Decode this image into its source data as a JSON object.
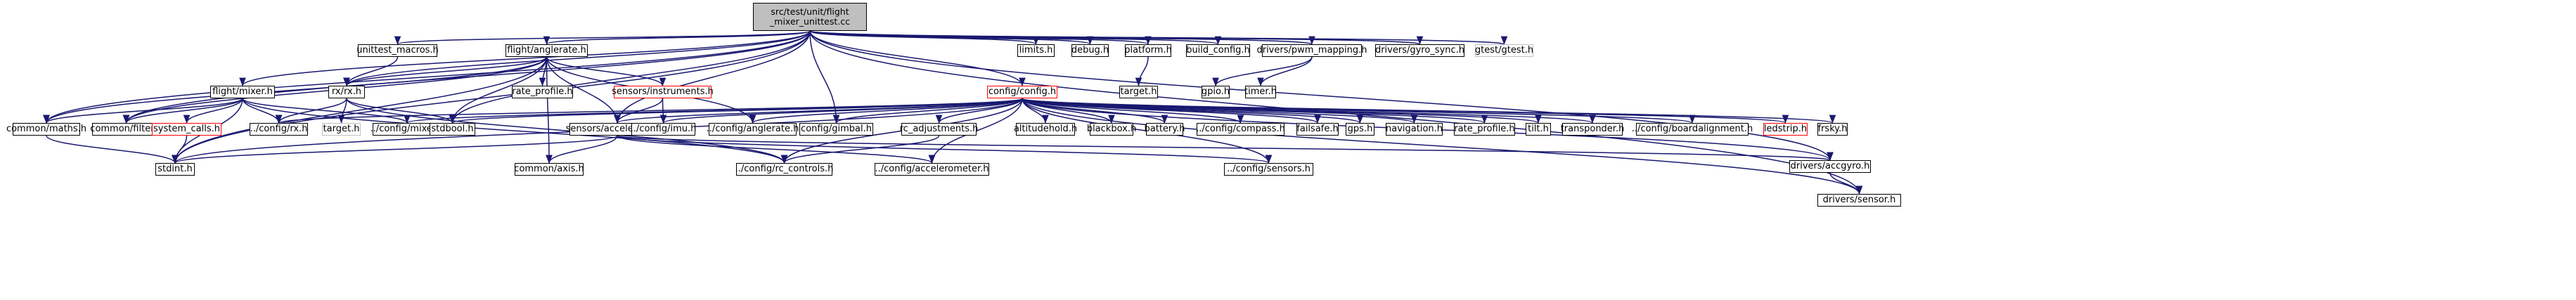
{
  "colors": {
    "edge": "#191970",
    "node_border": "#000000",
    "root_fill": "#bfbfbf",
    "incomplete_border": "#ff0000",
    "external_border": "#bfbfbf"
  },
  "nodes": [
    {
      "id": "root",
      "label": "src/test/unit/flight\n_mixer_unittest.cc",
      "kind": "root"
    },
    {
      "id": "unittest_macros",
      "label": "unittest_macros.h",
      "kind": "normal"
    },
    {
      "id": "anglerate",
      "label": "flight/anglerate.h",
      "kind": "normal"
    },
    {
      "id": "limits",
      "label": "limits.h",
      "kind": "normal"
    },
    {
      "id": "debug",
      "label": "debug.h",
      "kind": "normal"
    },
    {
      "id": "platform",
      "label": "platform.h",
      "kind": "normal"
    },
    {
      "id": "build_config",
      "label": "build_config.h",
      "kind": "normal"
    },
    {
      "id": "pwm_mapping",
      "label": "drivers/pwm_mapping.h",
      "kind": "normal"
    },
    {
      "id": "gyro_sync",
      "label": "drivers/gyro_sync.h",
      "kind": "normal"
    },
    {
      "id": "gtest",
      "label": "gtest/gtest.h",
      "kind": "external"
    },
    {
      "id": "mixer",
      "label": "flight/mixer.h",
      "kind": "normal"
    },
    {
      "id": "rx",
      "label": "rx/rx.h",
      "kind": "normal"
    },
    {
      "id": "rate_profile_a",
      "label": "rate_profile.h",
      "kind": "normal"
    },
    {
      "id": "instruments",
      "label": "sensors/instruments.h",
      "kind": "incomplete"
    },
    {
      "id": "config",
      "label": "config/config.h",
      "kind": "incomplete"
    },
    {
      "id": "target",
      "label": "target.h",
      "kind": "normal"
    },
    {
      "id": "gpio",
      "label": "gpio.h",
      "kind": "normal"
    },
    {
      "id": "timer",
      "label": "timer.h",
      "kind": "normal"
    },
    {
      "id": "maths",
      "label": "common/maths.h",
      "kind": "normal"
    },
    {
      "id": "filter",
      "label": "common/filter.h",
      "kind": "normal"
    },
    {
      "id": "system_calls",
      "label": "system_calls.h",
      "kind": "incomplete"
    },
    {
      "id": "cfg_rx",
      "label": "../config/rx.h",
      "kind": "normal"
    },
    {
      "id": "target_ext",
      "label": "target.h",
      "kind": "external"
    },
    {
      "id": "cfg_mixer",
      "label": "../config/mixer.h",
      "kind": "normal"
    },
    {
      "id": "stdbool",
      "label": "stdbool.h",
      "kind": "normal"
    },
    {
      "id": "acceleration",
      "label": "sensors/acceleration.h",
      "kind": "normal"
    },
    {
      "id": "cfg_imu",
      "label": "../config/imu.h",
      "kind": "normal"
    },
    {
      "id": "cfg_anglerate",
      "label": "../config/anglerate.h",
      "kind": "normal"
    },
    {
      "id": "cfg_gimbal",
      "label": "config/gimbal.h",
      "kind": "normal"
    },
    {
      "id": "rc_adjustments",
      "label": "rc_adjustments.h",
      "kind": "normal"
    },
    {
      "id": "altitudehold",
      "label": "altitudehold.h",
      "kind": "normal"
    },
    {
      "id": "blackbox",
      "label": "blackbox.h",
      "kind": "normal"
    },
    {
      "id": "battery",
      "label": "battery.h",
      "kind": "normal"
    },
    {
      "id": "cfg_compass",
      "label": "../config/compass.h",
      "kind": "normal"
    },
    {
      "id": "failsafe",
      "label": "failsafe.h",
      "kind": "normal"
    },
    {
      "id": "gps",
      "label": "gps.h",
      "kind": "normal"
    },
    {
      "id": "navigation",
      "label": "navigation.h",
      "kind": "normal"
    },
    {
      "id": "rate_profile_b",
      "label": "rate_profile.h",
      "kind": "normal"
    },
    {
      "id": "tilt",
      "label": "tilt.h",
      "kind": "normal"
    },
    {
      "id": "transponder",
      "label": "transponder.h",
      "kind": "normal"
    },
    {
      "id": "cfg_boardalignment",
      "label": "../config/boardalignment.h",
      "kind": "normal"
    },
    {
      "id": "ledstrip",
      "label": "ledstrip.h",
      "kind": "incomplete"
    },
    {
      "id": "frsky",
      "label": "frsky.h",
      "kind": "normal"
    },
    {
      "id": "stdint",
      "label": "stdint.h",
      "kind": "normal"
    },
    {
      "id": "axis",
      "label": "common/axis.h",
      "kind": "normal"
    },
    {
      "id": "cfg_rc_controls",
      "label": "../config/rc_controls.h",
      "kind": "normal"
    },
    {
      "id": "cfg_accelerometer",
      "label": "../config/accelerometer.h",
      "kind": "normal"
    },
    {
      "id": "cfg_sensors",
      "label": "../config/sensors.h",
      "kind": "normal"
    },
    {
      "id": "accgyro",
      "label": "drivers/accgyro.h",
      "kind": "normal"
    },
    {
      "id": "sensor",
      "label": "drivers/sensor.h",
      "kind": "normal"
    }
  ]
}
